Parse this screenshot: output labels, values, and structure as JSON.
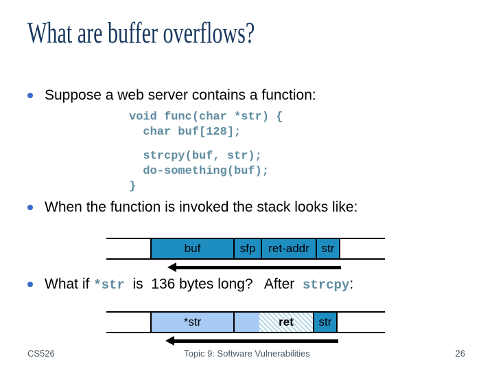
{
  "slide": {
    "title": "What are buffer overflows?",
    "bullet1": "Suppose a web server contains a function:",
    "bullet2": "When the function is invoked the stack looks like:",
    "bullet3": {
      "text_start": "What if ",
      "code_str": "*str",
      "text_mid": "  is  136 bytes long?   After  ",
      "code_strcpy": "strcpy",
      "text_end": ":"
    },
    "code": {
      "block1": "void func(char *str) {\n  char buf[128];",
      "block2": "  strcpy(buf, str);\n  do-something(buf);\n}"
    },
    "stack_before": {
      "cells": [
        {
          "label": "buf"
        },
        {
          "label": "sfp"
        },
        {
          "label": "ret-addr"
        },
        {
          "label": "str"
        }
      ]
    },
    "stack_after": {
      "cells": [
        {
          "label": "*str"
        },
        {
          "label": ""
        },
        {
          "label": "ret"
        },
        {
          "label": "str"
        }
      ]
    },
    "footer": {
      "course": "CS526",
      "topic": "Topic 9: Software Vulnerabilities",
      "page_number": "26"
    },
    "colors": {
      "title_text": "#17375E",
      "body_text": "#000000",
      "bullet_dot": "#3A6BC8",
      "code_text": "#5E8CA0",
      "stack_cell_teal": "#1E8DC0",
      "stack_cell_light_blue": "#A8CBF4",
      "hatch_stripe": "#BFDCE8",
      "footer_text": "#4C5A66"
    }
  }
}
